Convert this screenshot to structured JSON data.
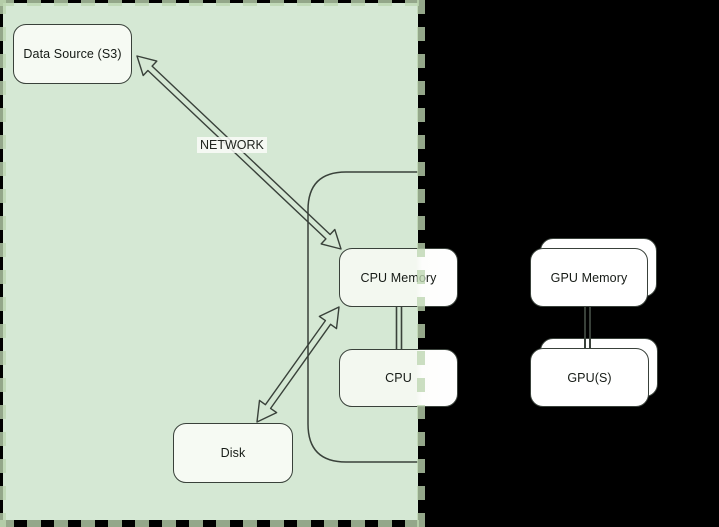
{
  "diagram": {
    "panel": {
      "name": "training-host-boundary",
      "fill_color": "#d5e8d4",
      "dash_color": "#82b366"
    },
    "colors": {
      "page_background": "#000000",
      "node_fill": "#f6faf3",
      "node_fill_plain": "#ffffff",
      "stroke": "#39413a"
    },
    "nodes": {
      "data_source": {
        "label": "Data Source (S3)"
      },
      "cpu_memory": {
        "label": "CPU Memory"
      },
      "cpu": {
        "label": "CPU"
      },
      "disk": {
        "label": "Disk"
      },
      "gpu_memory": {
        "label": "GPU Memory"
      },
      "gpus": {
        "label": "GPU(S)"
      }
    },
    "edges": {
      "network": {
        "label": "NETWORK",
        "type": "double-headed-hollow-arrow",
        "from": "Data Source (S3)",
        "to": "CPU Memory"
      },
      "cpu_memory_disk": {
        "label": "",
        "type": "double-headed-hollow-arrow",
        "from": "CPU Memory",
        "to": "Disk"
      },
      "cpu_memory_cpu": {
        "label": "",
        "type": "double-line",
        "from": "CPU Memory",
        "to": "CPU"
      },
      "gpu_memory_gpus": {
        "label": "",
        "type": "double-line",
        "from": "GPU Memory",
        "to": "GPU(S)"
      }
    }
  }
}
